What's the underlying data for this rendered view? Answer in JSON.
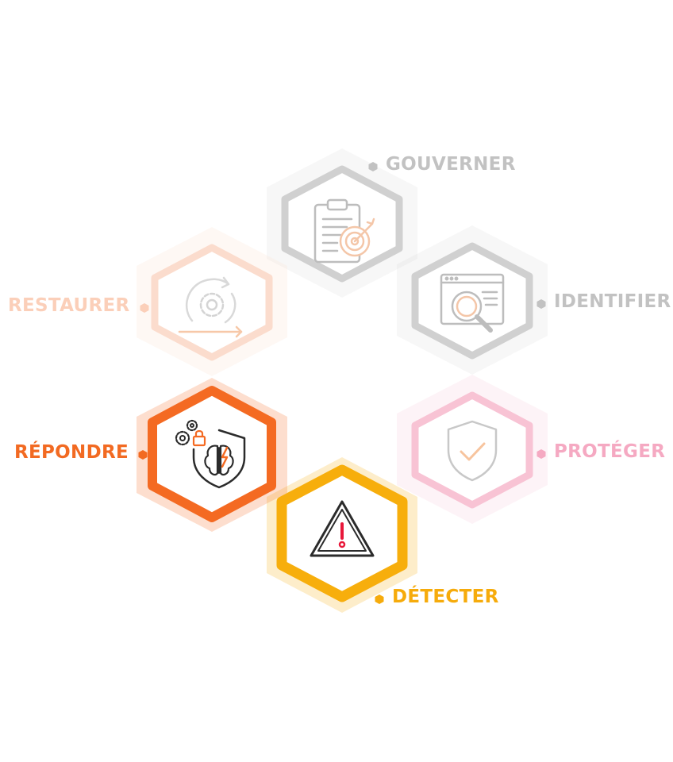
{
  "steps": [
    {
      "label": "GOUVERNER",
      "icon": "clipboard-target-icon",
      "color": "#c6c6c6",
      "label_color": "#c2c2c2"
    },
    {
      "label": "IDENTIFIER",
      "icon": "browser-magnifier-icon",
      "color": "#c6c6c6",
      "label_color": "#c2c2c2"
    },
    {
      "label": "PROTÉGER",
      "icon": "shield-check-icon",
      "color": "#f7b9cd",
      "label_color": "#f5a9c2"
    },
    {
      "label": "DÉTECTER",
      "icon": "warning-triangle-icon",
      "color": "#f7ae0c",
      "label_color": "#f6ab0b"
    },
    {
      "label": "RÉPONDRE",
      "icon": "shield-brain-gears-icon",
      "color": "#f46a22",
      "label_color": "#f26a22"
    },
    {
      "label": "RESTAURER",
      "icon": "gear-cycle-arrows-icon",
      "color": "#fbd9c8",
      "label_color": "#fbcfb9"
    }
  ],
  "active_step": "DÉTECTER"
}
